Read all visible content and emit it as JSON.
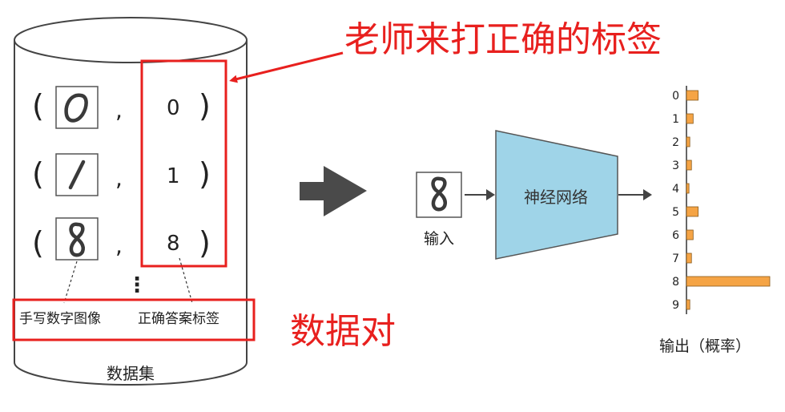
{
  "dataset": {
    "title": "数据集",
    "rows": [
      {
        "digit": "0",
        "label": "0"
      },
      {
        "digit": "1",
        "label": "1"
      },
      {
        "digit": "8",
        "label": "8"
      }
    ],
    "open_paren": "(",
    "close_paren": ")",
    "comma": ",",
    "ellipsis": "⋮",
    "image_caption": "手写数字图像",
    "label_caption": "正确答案标签"
  },
  "annotations": {
    "teacher_labels": "老师来打正确的标签",
    "data_pairs": "数据对",
    "red_color": "#e8201e"
  },
  "network": {
    "input_digit": "8",
    "input_label": "输入",
    "box_label": "神经网络",
    "box_color": "#9fd4e8",
    "output_label": "输出（概率）"
  },
  "chart_data": {
    "type": "bar",
    "orientation": "horizontal",
    "categories": [
      "0",
      "1",
      "2",
      "3",
      "4",
      "5",
      "6",
      "7",
      "8",
      "9"
    ],
    "values": [
      0.14,
      0.08,
      0.04,
      0.06,
      0.03,
      0.14,
      0.08,
      0.06,
      1.0,
      0.04
    ],
    "bar_color": "#f5a445",
    "title": "",
    "xlabel": "输出（概率）",
    "ylabel": "",
    "xlim": [
      0,
      1
    ]
  }
}
